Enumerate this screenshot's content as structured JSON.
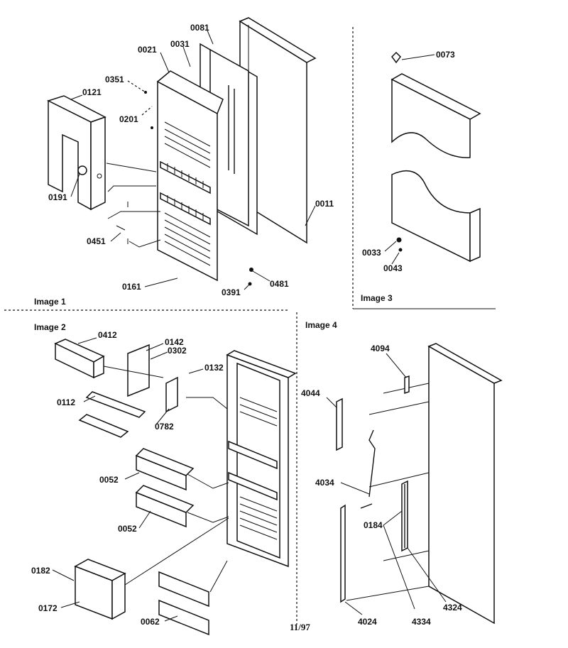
{
  "panels": [
    {
      "caption": "Image 1"
    },
    {
      "caption": "Image 2"
    },
    {
      "caption": "Image 3"
    },
    {
      "caption": "Image 4"
    }
  ],
  "parts": {
    "p0081": "0081",
    "p0021": "0021",
    "p0031": "0031",
    "p0351": "0351",
    "p0121": "0121",
    "p0201": "0201",
    "p0191": "0191",
    "p0011": "0011",
    "p0451": "0451",
    "p0161": "0161",
    "p0391": "0391",
    "p0481": "0481",
    "p0073": "0073",
    "p0033": "0033",
    "p0043": "0043",
    "p0412": "0412",
    "p0142": "0142",
    "p0302": "0302",
    "p0132": "0132",
    "p0112": "0112",
    "p0782": "0782",
    "p0052a": "0052",
    "p0052b": "0052",
    "p0182": "0182",
    "p0172": "0172",
    "p0062": "0062",
    "p4094": "4094",
    "p4044": "4044",
    "p4034": "4034",
    "p0184": "0184",
    "p4024": "4024",
    "p4334": "4334",
    "p4324": "4324"
  },
  "footer": {
    "date": "11/97"
  }
}
